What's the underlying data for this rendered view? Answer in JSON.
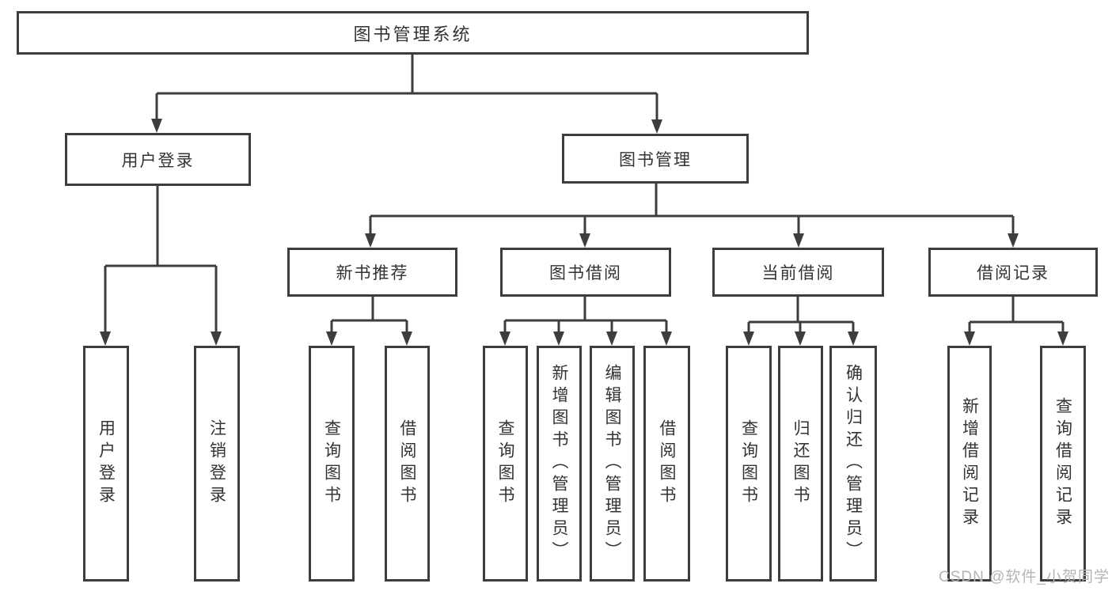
{
  "diagram": {
    "root": {
      "label": "图书管理系统"
    },
    "level2": {
      "user_login": {
        "label": "用户登录"
      },
      "book_mgmt": {
        "label": "图书管理"
      }
    },
    "user_login_children": [
      {
        "label": "用户登录"
      },
      {
        "label": "注销登录"
      }
    ],
    "level3": {
      "new_book": {
        "label": "新书推荐"
      },
      "book_borrow": {
        "label": "图书借阅"
      },
      "current_borrow": {
        "label": "当前借阅"
      },
      "borrow_record": {
        "label": "借阅记录"
      }
    },
    "new_book_children": [
      {
        "label": "查询图书"
      },
      {
        "label": "借阅图书"
      }
    ],
    "book_borrow_children": [
      {
        "label": "查询图书"
      },
      {
        "label": "新增图书（管理员）"
      },
      {
        "label": "编辑图书（管理员）"
      },
      {
        "label": "借阅图书"
      }
    ],
    "current_borrow_children": [
      {
        "label": "查询图书"
      },
      {
        "label": "归还图书"
      },
      {
        "label": "确认归还（管理员）"
      }
    ],
    "borrow_record_children": [
      {
        "label": "新增借阅记录"
      },
      {
        "label": "查询借阅记录"
      }
    ]
  },
  "watermark": {
    "text": "CSDN @软件_小贺同学"
  },
  "colors": {
    "line": "#3d3d3d",
    "box_border": "#3d3d3d",
    "text": "#333333",
    "background": "#ffffff",
    "watermark": "#b4b4b4"
  }
}
